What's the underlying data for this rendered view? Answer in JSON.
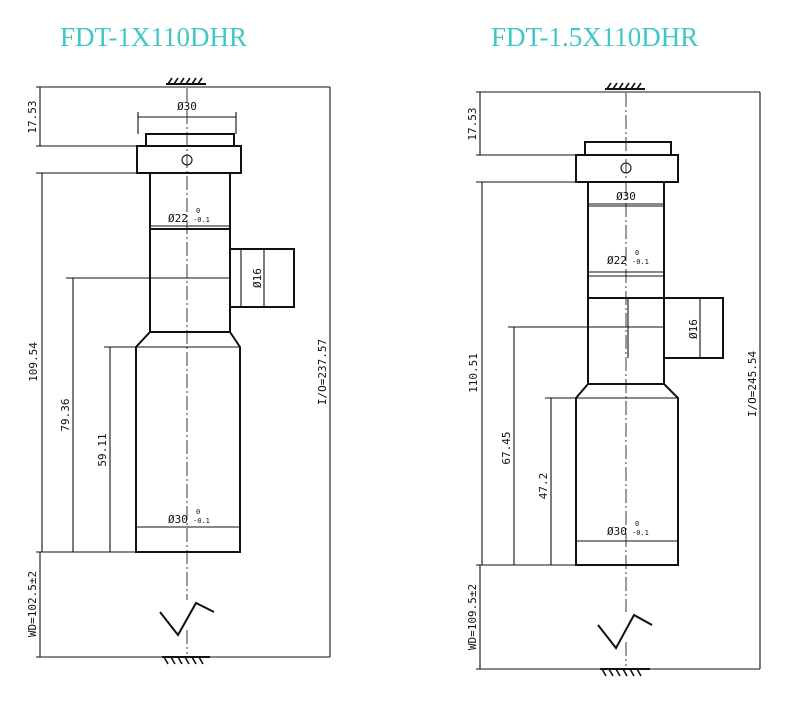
{
  "diagrams": [
    {
      "title": "FDT-1X110DHR",
      "labels": {
        "top_offset": "17.53",
        "body_dia": "Ø30",
        "tube_dia": "Ø22",
        "tube_tol_upper": "0",
        "tube_tol_lower": "-0.1",
        "port_dia": "Ø16",
        "bottom_dia": "Ø30",
        "bottom_tol_upper": "0",
        "bottom_tol_lower": "-0.1",
        "body_length": "109.54",
        "port_height": "79.36",
        "lower_height": "59.11",
        "total_length": "I/O=237.57",
        "working_distance": "WD=102.5±2"
      }
    },
    {
      "title": "FDT-1.5X110DHR",
      "labels": {
        "top_offset": "17.53",
        "body_dia": "Ø30",
        "tube_dia": "Ø22",
        "tube_tol_upper": "0",
        "tube_tol_lower": "-0.1",
        "port_dia": "Ø16",
        "bottom_dia": "Ø30",
        "bottom_tol_upper": "0",
        "bottom_tol_lower": "-0.1",
        "body_length": "110.51",
        "port_height": "67.45",
        "lower_height": "47.2",
        "total_length": "I/O=245.54",
        "working_distance": "WD=109.5±2"
      }
    }
  ]
}
